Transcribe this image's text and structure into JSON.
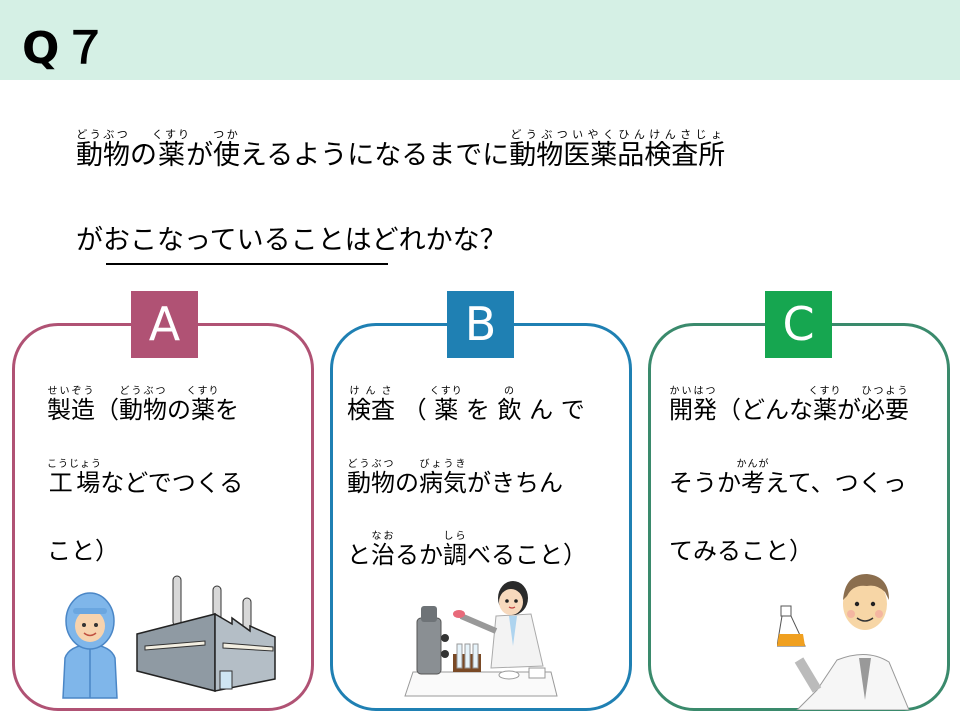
{
  "header": {
    "title": "Q７",
    "background": "#d5f0e5"
  },
  "question": {
    "line1": [
      {
        "text": "動物",
        "ruby": "どうぶつ"
      },
      {
        "text": "の"
      },
      {
        "text": "薬",
        "ruby": "くすり"
      },
      {
        "text": "が"
      },
      {
        "text": "使",
        "ruby": "つか"
      },
      {
        "text": "えるようになるまでに"
      },
      {
        "text": "動物医薬品検査所",
        "ruby": "どうぶついやくひんけんさじょ"
      }
    ],
    "line2": {
      "before": "が",
      "underlined": "おこなっていること",
      "after": "はどれかな？"
    }
  },
  "choices": [
    {
      "letter": "A",
      "color": "#b05274",
      "lines": [
        [
          {
            "text": "製造",
            "ruby": "せいぞう"
          },
          {
            "text": "（"
          },
          {
            "text": "動物",
            "ruby": "どうぶつ"
          },
          {
            "text": "の"
          },
          {
            "text": "薬",
            "ruby": "くすり"
          },
          {
            "text": "を"
          }
        ],
        [
          {
            "text": "工場",
            "ruby": "こうじょう"
          },
          {
            "text": "などでつくる"
          }
        ],
        [
          {
            "text": "こと）"
          }
        ]
      ],
      "illustrations": [
        "worker-in-cleanroom-suit",
        "factory-building"
      ]
    },
    {
      "letter": "B",
      "color": "#1f80b3",
      "lines": [
        [
          {
            "text": "検査",
            "ruby": "けんさ"
          },
          {
            "text": " （ "
          },
          {
            "text": "薬",
            "ruby": "くすり"
          },
          {
            "text": " を "
          },
          {
            "text": "飲",
            "ruby": "の"
          },
          {
            "text": " ん で"
          }
        ],
        [
          {
            "text": "動物",
            "ruby": "どうぶつ"
          },
          {
            "text": "の"
          },
          {
            "text": "病気",
            "ruby": "びょうき"
          },
          {
            "text": "がきちん"
          }
        ],
        [
          {
            "text": "と"
          },
          {
            "text": "治",
            "ruby": "なお"
          },
          {
            "text": "るか"
          },
          {
            "text": "調",
            "ruby": "しら"
          },
          {
            "text": "べること）"
          }
        ]
      ],
      "illustrations": [
        "scientist-with-microscope"
      ]
    },
    {
      "letter": "C",
      "color": "#16a650",
      "border_color": "#3a8a6c",
      "lines": [
        [
          {
            "text": "開発",
            "ruby": "かいはつ"
          },
          {
            "text": "（どんな"
          },
          {
            "text": "薬",
            "ruby": "くすり"
          },
          {
            "text": "が"
          },
          {
            "text": "必要",
            "ruby": "ひつよう"
          }
        ],
        [
          {
            "text": "そうか"
          },
          {
            "text": "考",
            "ruby": "かんが"
          },
          {
            "text": "えて、つくっ"
          }
        ],
        [
          {
            "text": "てみること）"
          }
        ]
      ],
      "illustrations": [
        "researcher-holding-flask"
      ]
    }
  ]
}
